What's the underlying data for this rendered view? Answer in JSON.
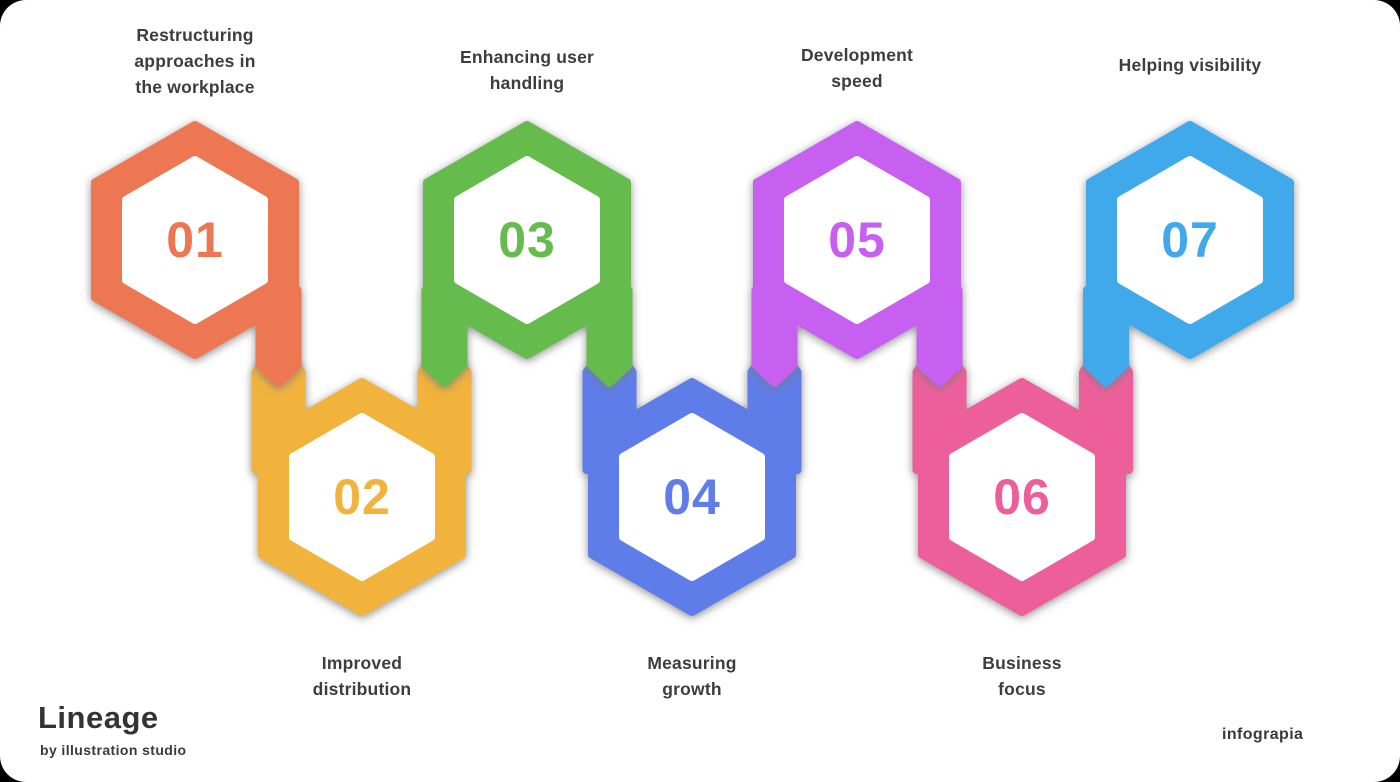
{
  "page": {
    "background_color": "#ffffff",
    "frame_color": "#000000",
    "text_color": "#3d3d3d"
  },
  "steps": [
    {
      "number": "01",
      "color": "#ED7753",
      "label": "Restructuring\napproaches in\nthe workplace",
      "position": "top"
    },
    {
      "number": "02",
      "color": "#F2B33D",
      "label": "Improved\ndistribution",
      "position": "bottom"
    },
    {
      "number": "03",
      "color": "#66BB4E",
      "label": "Enhancing user\nhandling",
      "position": "top"
    },
    {
      "number": "04",
      "color": "#5F7DE9",
      "label": "Measuring\ngrowth",
      "position": "bottom"
    },
    {
      "number": "05",
      "color": "#C75FF0",
      "label": "Development\nspeed",
      "position": "top"
    },
    {
      "number": "06",
      "color": "#ED5E9B",
      "label": "Business\nfocus",
      "position": "bottom"
    },
    {
      "number": "07",
      "color": "#3FA9EC",
      "label": "Helping visibility",
      "position": "top"
    }
  ],
  "footer": {
    "brand": "Lineage",
    "tagline": "by illustration studio",
    "credit": "infograpia"
  }
}
